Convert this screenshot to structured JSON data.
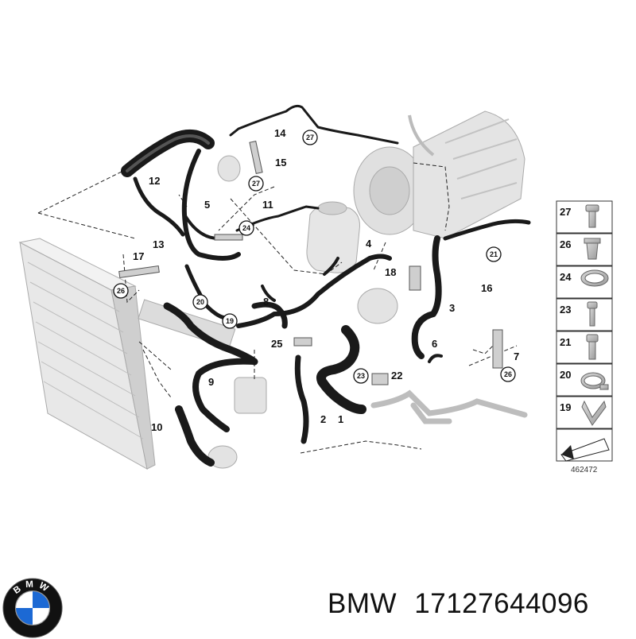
{
  "brand": "BMW",
  "part_number": "17127644096",
  "logo": {
    "icon": "bmw-roundel-icon",
    "text": "BMW",
    "colors": {
      "blue": "#1c69d4",
      "ring": "#111111",
      "white": "#ffffff"
    }
  },
  "diagram": {
    "id": "462472",
    "callouts": [
      "1",
      "2",
      "3",
      "4",
      "5",
      "6",
      "7",
      "8",
      "9",
      "10",
      "11",
      "12",
      "13",
      "14",
      "15",
      "16",
      "17",
      "18",
      "22",
      "25"
    ],
    "circled_callouts": [
      "19",
      "20",
      "21",
      "23",
      "24",
      "26",
      "27"
    ],
    "legend": [
      {
        "number": "27",
        "icon": "bolt-icon"
      },
      {
        "number": "26",
        "icon": "expanding-nut-icon"
      },
      {
        "number": "24",
        "icon": "hose-clamp-band-icon"
      },
      {
        "number": "23",
        "icon": "screw-icon"
      },
      {
        "number": "21",
        "icon": "collar-screw-icon"
      },
      {
        "number": "20",
        "icon": "worm-drive-clamp-icon"
      },
      {
        "number": "19",
        "icon": "holding-clip-icon"
      }
    ]
  }
}
